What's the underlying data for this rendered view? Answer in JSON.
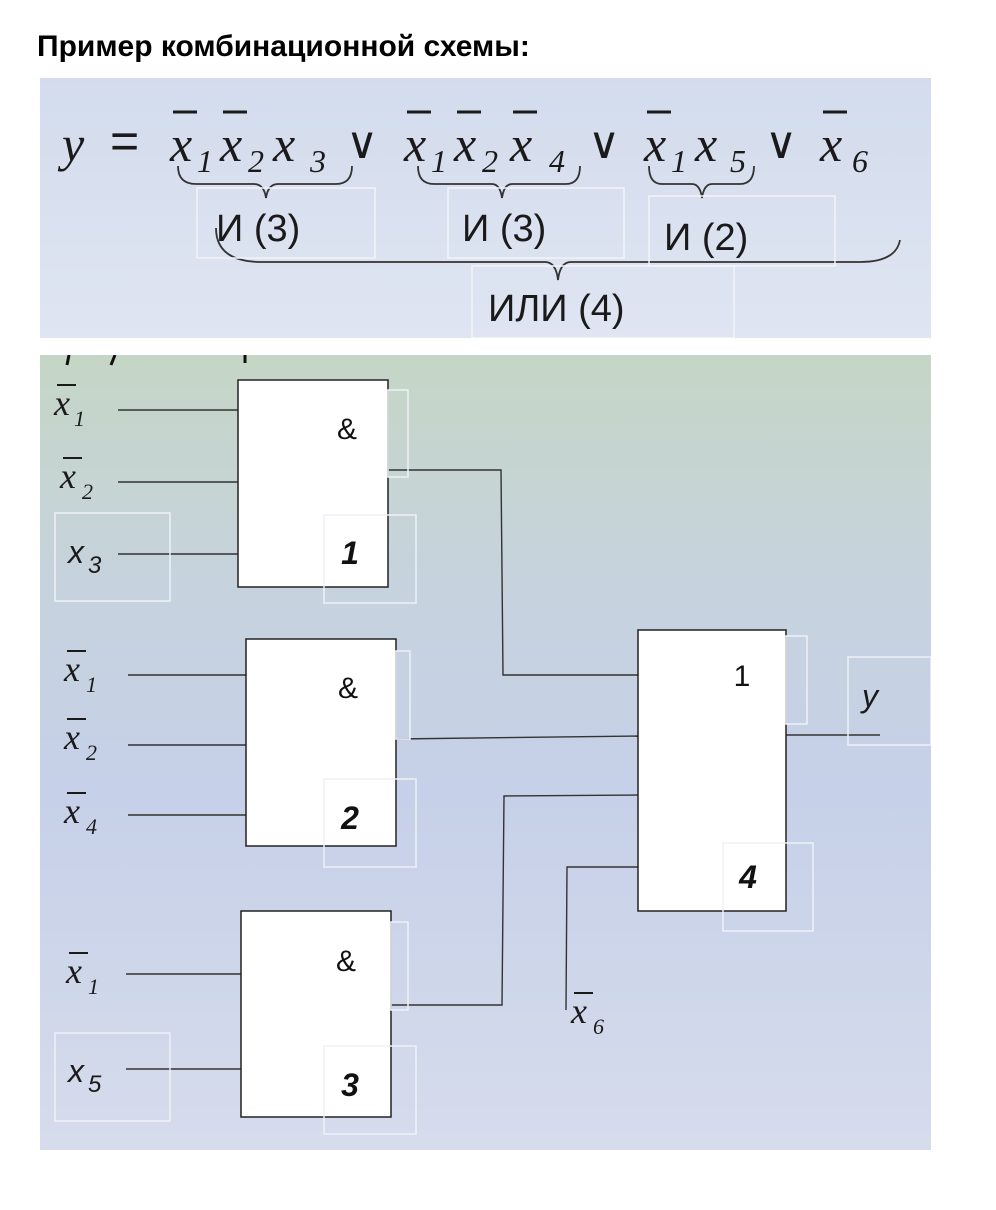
{
  "heading": "Пример комбинационной схемы:",
  "formula": {
    "y": "y",
    "eq": "=",
    "or_symbol": "∨",
    "x": "x",
    "subscripts": {
      "s1": "1",
      "s2": "2",
      "s3": "3",
      "s4": "4",
      "s5": "5",
      "s6": "6"
    },
    "group_labels": [
      "И (3)",
      "И (3)",
      "И (2)"
    ],
    "or_label": "ИЛИ (4)"
  },
  "circuit": {
    "inputs": {
      "x": "x",
      "s1": "1",
      "s2": "2",
      "s3": "3",
      "s4": "4",
      "s5": "5",
      "s6": "6"
    },
    "gates": [
      {
        "symbol": "&",
        "number": "1"
      },
      {
        "symbol": "&",
        "number": "2"
      },
      {
        "symbol": "&",
        "number": "3"
      },
      {
        "symbol": "1",
        "number": "4"
      }
    ],
    "output": "y"
  },
  "colors": {
    "formula_bg": "#d8e0ef",
    "circuit_bg_top": "#c5d6c6",
    "circuit_bg_bottom": "#d6dcec",
    "wire": "#333333",
    "gate_fill": "#ffffff"
  }
}
